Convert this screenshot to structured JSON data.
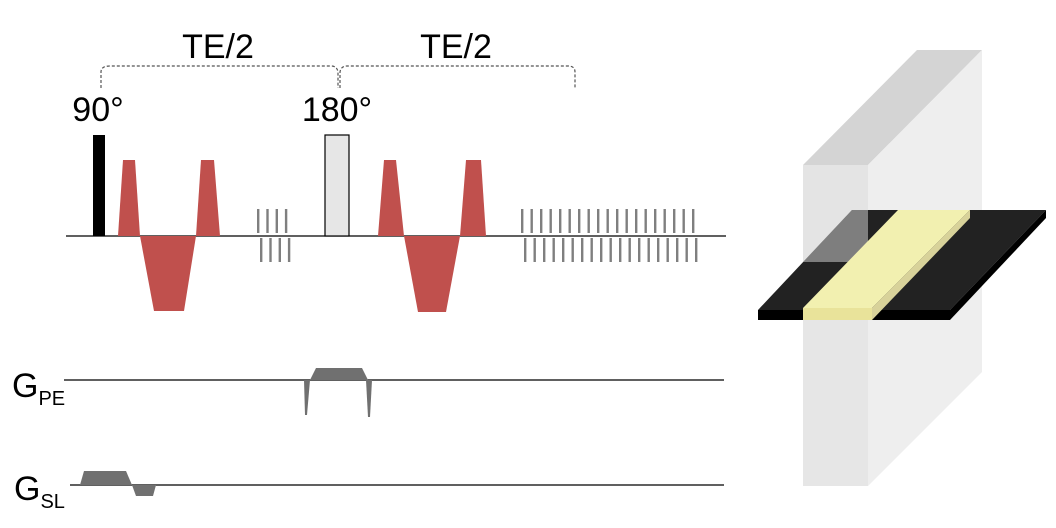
{
  "labels": {
    "te_half_1": "TE/2",
    "te_half_2": "TE/2",
    "pulse_90": "90°",
    "pulse_180": "180°",
    "g_pe_main": "G",
    "g_pe_sub": "PE",
    "g_sl_main": "G",
    "g_sl_sub": "SL"
  },
  "colors": {
    "readout_gradient": "#c0504d",
    "adc_lines": "#7f7f7f",
    "rf_90": "#000000",
    "rf_180_fill": "#e6e6e6",
    "gradient_gray": "#707070",
    "slab_black": "#222222",
    "slab_yellow": "#f2f0b0",
    "block_face": "#ececec"
  }
}
